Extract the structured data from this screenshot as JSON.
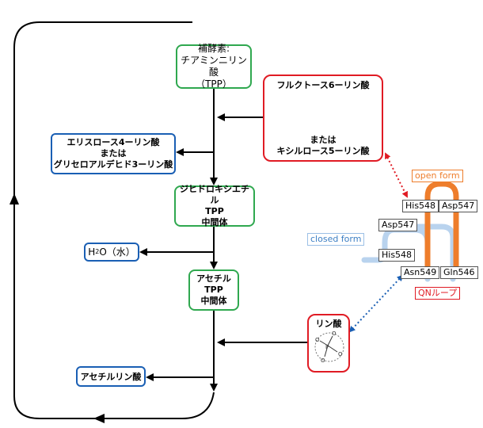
{
  "cofactor": {
    "line1": "補酵素:",
    "line2": "チアミンニリン酸",
    "line3": "（TPP）"
  },
  "erythrose": {
    "line1": "エリスロース4ーリン酸",
    "line2": "または",
    "line3": "グリセロアルデヒド3ーリン酸"
  },
  "dihydroxyethyl": {
    "line1": "ジヒドロキシエチル",
    "line2": "TPP",
    "line3": "中間体"
  },
  "water": {
    "formula_h": "H",
    "formula_sub": "2",
    "formula_rest": "O（水）"
  },
  "acetyl": {
    "line1": "アセチル",
    "line2": "TPP",
    "line3": "中間体"
  },
  "acetyl_phosphate": {
    "label": "アセチルリン酸"
  },
  "fructose": {
    "title": "フルクトース6ーリン酸",
    "or_text": "または",
    "alt": "キシルロース5ーリン酸"
  },
  "phosphate": {
    "label": "リン酸"
  },
  "protein": {
    "open_form": "open form",
    "closed_form": "closed form",
    "his548_open": "His548",
    "asp547_open": "Asp547",
    "asp547_closed": "Asp547",
    "his548_closed": "His548",
    "asn549": "Asn549",
    "gln546": "Gln546",
    "qn_loop": "QNループ"
  },
  "colors": {
    "green": "#2fa84f",
    "blue": "#1a5fb4",
    "red": "#e01b24",
    "orange": "#ee7d2b",
    "light_blue": "#b9d3ee"
  }
}
